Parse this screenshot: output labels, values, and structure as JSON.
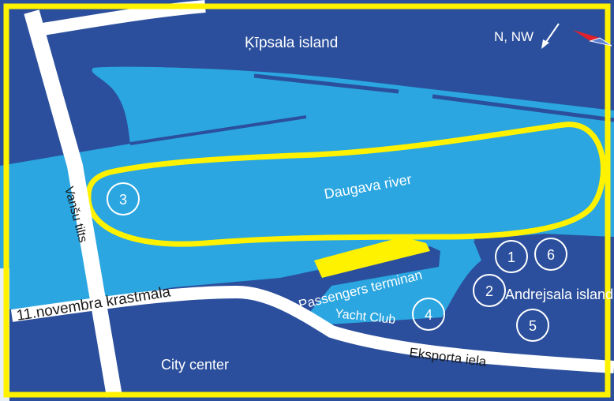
{
  "map": {
    "islands": {
      "kipsala": "Ķīpsala island",
      "andrejsala": "Andrejsala island"
    },
    "river": "Daugava river",
    "bridge": "Vanšu tilts",
    "streets": {
      "krastmala": "11.novembra krastmala",
      "eksporta": "Eksporta iela"
    },
    "places": {
      "terminal": "Passengers terminan",
      "yacht_club": "Yacht Club",
      "city_center": "City center"
    },
    "compass_label": "N, NW",
    "markers": [
      "1",
      "2",
      "3",
      "4",
      "5",
      "6"
    ],
    "colors": {
      "land": "#2b4f9c",
      "water": "#2ba6e0",
      "border": "#fff200",
      "route": "#fff200",
      "road": "#ffffff",
      "needle_red": "#e2202a"
    }
  }
}
